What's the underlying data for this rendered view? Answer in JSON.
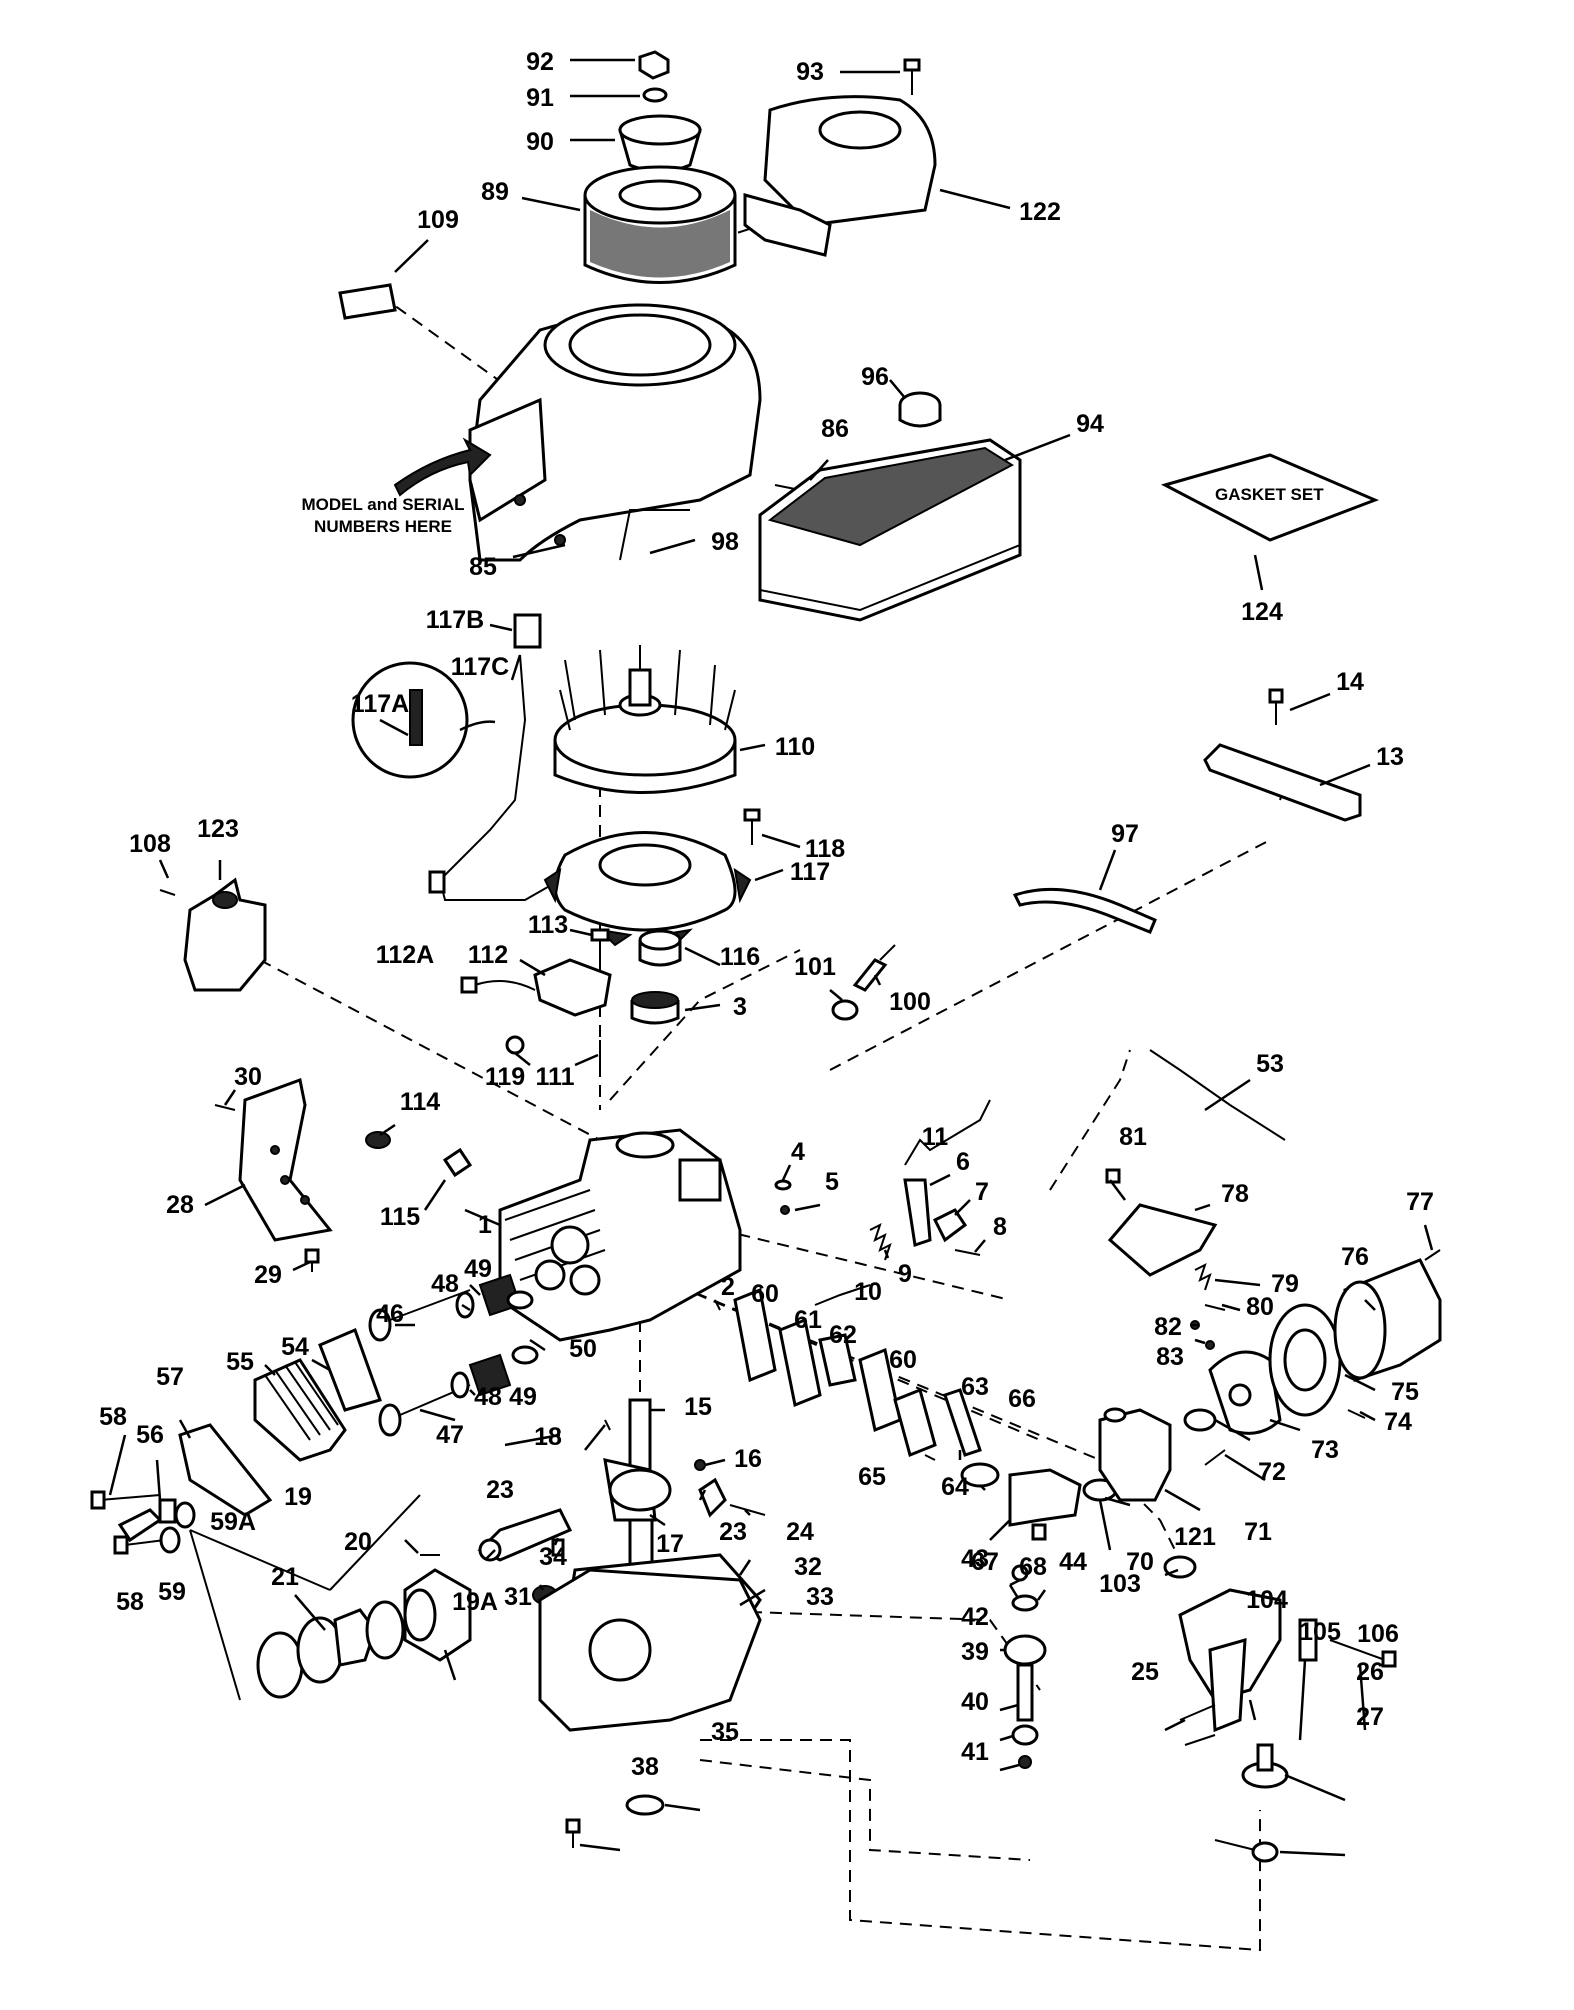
{
  "labels": {
    "l92": "92",
    "l91": "91",
    "l90": "90",
    "l89": "89",
    "l93": "93",
    "l122": "122",
    "l109": "109",
    "l96": "96",
    "l86": "86",
    "l94": "94",
    "l98": "98",
    "l85": "85",
    "l124": "124",
    "l117b": "117B",
    "l117c": "117C",
    "l117a": "117A",
    "l110": "110",
    "l118": "118",
    "l117": "117",
    "l14": "14",
    "l13": "13",
    "l97": "97",
    "l108": "108",
    "l123": "123",
    "l113": "113",
    "l112": "112",
    "l112a": "112A",
    "l116": "116",
    "l3": "3",
    "l101": "101",
    "l100": "100",
    "l119": "119",
    "l111": "111",
    "l30": "30",
    "l114": "114",
    "l53": "53",
    "l11": "11",
    "l81": "81",
    "l28": "28",
    "l115": "115",
    "l1": "1",
    "l4": "4",
    "l5": "5",
    "l6": "6",
    "l7": "7",
    "l8": "8",
    "l78": "78",
    "l77": "77",
    "l76": "76",
    "l29": "29",
    "l9": "9",
    "l79": "79",
    "l48a": "48",
    "l49a": "49",
    "l2": "2",
    "l60a": "60",
    "l10": "10",
    "l80": "80",
    "l46": "46",
    "l61": "61",
    "l62": "62",
    "l82": "82",
    "l54": "54",
    "l50": "50",
    "l60b": "60",
    "l83": "83",
    "l55": "55",
    "l57": "57",
    "l63": "63",
    "l75": "75",
    "l48b": "48",
    "l49b": "49",
    "l58a": "58",
    "l56": "56",
    "l47": "47",
    "l18": "18",
    "l15": "15",
    "l66": "66",
    "l74": "74",
    "l73": "73",
    "l72": "72",
    "l16": "16",
    "l65": "65",
    "l64": "64",
    "l19": "19",
    "l23a": "23",
    "l59a": "59A",
    "l23b": "23",
    "l24": "24",
    "l121": "121",
    "l71": "71",
    "l20": "20",
    "l17": "17",
    "l67": "67",
    "l68": "68",
    "l70": "70",
    "l21": "21",
    "l58b": "58",
    "l59": "59",
    "l19a": "19A",
    "l103": "103",
    "l34": "34",
    "l31": "31",
    "l43": "43",
    "l44": "44",
    "l32": "32",
    "l33": "33",
    "l42": "42",
    "l104": "104",
    "l105": "105",
    "l106": "106",
    "l39": "39",
    "l25": "25",
    "l26": "26",
    "l40": "40",
    "l27": "27",
    "l35": "35",
    "l41": "41",
    "l38": "38"
  },
  "notes": {
    "model_line1": "MODEL and SERIAL",
    "model_line2": "NUMBERS HERE",
    "gasket_set": "GASKET SET"
  }
}
